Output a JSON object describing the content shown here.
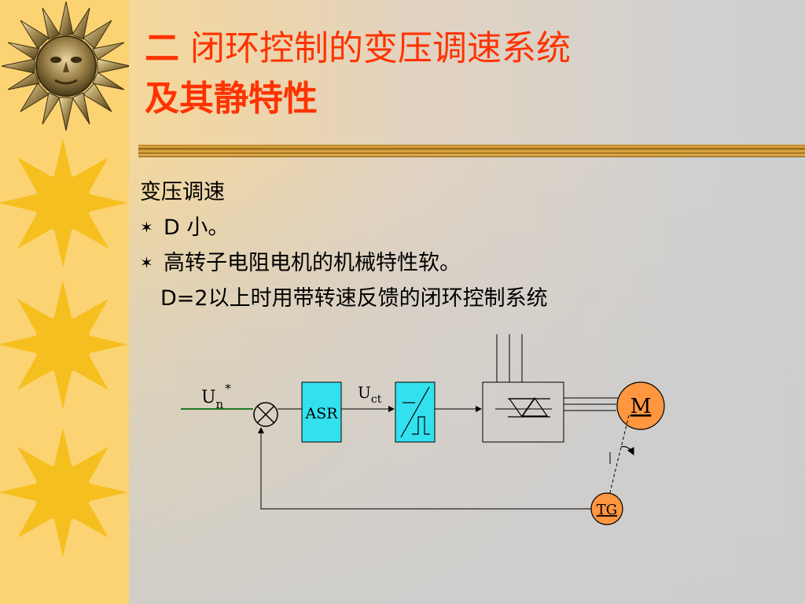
{
  "slide": {
    "title_num": "二",
    "title_line1": "闭环控制的变压调速系统",
    "title_line2": "及其静特性"
  },
  "content": {
    "heading": "变压调速",
    "bullets": [
      {
        "icon": "star-bullet-icon",
        "text": "D 小。"
      },
      {
        "icon": "star-bullet-icon",
        "text": "高转子电阻电机的机械特性软。"
      }
    ],
    "note": "D=2以上时用带转速反馈的闭环控制系统"
  },
  "diagram": {
    "input_label_main": "U",
    "input_label_sub": "n",
    "input_label_sup": "*",
    "asr_label": "ASR",
    "uct_main": "U",
    "uct_sub": "ct",
    "motor_label": "M",
    "tach_label": "TG"
  },
  "colors": {
    "title": "#ff3300",
    "sidebar": "#fcd372",
    "asr_fill": "#33e0ee",
    "motor_fill": "#ff9640",
    "tach_fill": "#ff9640",
    "input_line": "#227722"
  }
}
